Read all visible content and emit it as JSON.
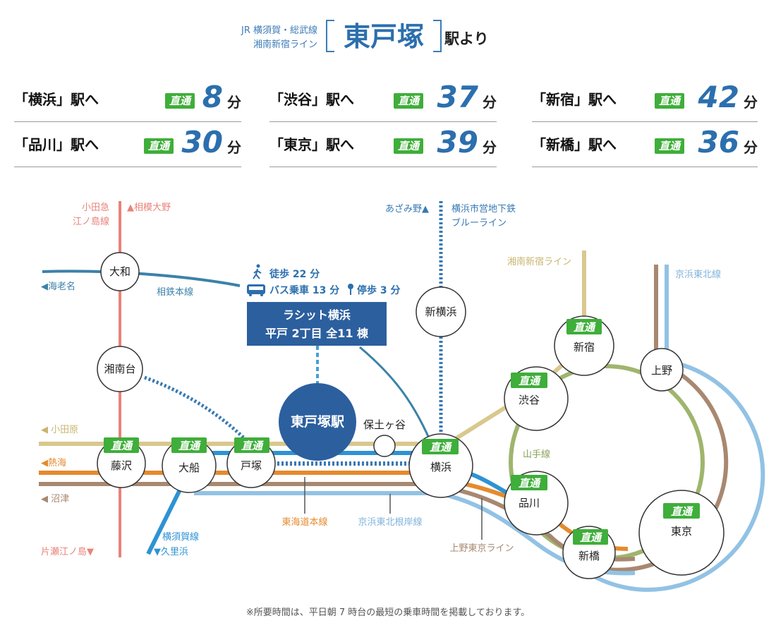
{
  "header": {
    "line1": "JR 横須賀・総武線",
    "line2": "湘南新宿ライン",
    "station": "東戸塚",
    "suffix": "駅より"
  },
  "routes": [
    {
      "dest": "「横浜」駅へ",
      "badge": "直通",
      "minutes": "8",
      "unit": "分"
    },
    {
      "dest": "「品川」駅へ",
      "badge": "直通",
      "minutes": "30",
      "unit": "分"
    },
    {
      "dest": "「渋谷」駅へ",
      "badge": "直通",
      "minutes": "37",
      "unit": "分"
    },
    {
      "dest": "「東京」駅へ",
      "badge": "直通",
      "minutes": "39",
      "unit": "分"
    },
    {
      "dest": "「新宿」駅へ",
      "badge": "直通",
      "minutes": "42",
      "unit": "分"
    },
    {
      "dest": "「新橋」駅へ",
      "badge": "直通",
      "minutes": "36",
      "unit": "分"
    }
  ],
  "map": {
    "badge": "直通",
    "stations": {
      "yamato": "大和",
      "shonandai": "湘南台",
      "fujisawa": "藤沢",
      "ofuna": "大船",
      "totsuka": "戸塚",
      "higashitotsuka": "東戸塚駅",
      "hodogaya": "保土ヶ谷",
      "shinyokohama": "新横浜",
      "yokohama": "横浜",
      "shinagawa": "品川",
      "shibuya": "渋谷",
      "shinjuku": "新宿",
      "ueno": "上野",
      "tokyo": "東京",
      "shimbashi": "新橋"
    },
    "labels": {
      "odakyu": "小田急",
      "enoshima": "江ノ島線",
      "sagamiono": "▲相模大野",
      "ebina": "◀海老名",
      "sotetsu": "相鉄本線",
      "odawara": "◀ 小田原",
      "atami": "◀熱海",
      "numazu": "◀ 沼津",
      "katase": "片瀬江ノ島▼",
      "yokosuka": "横須賀線",
      "kurihama": "▼久里浜",
      "tokaido": "東海道本線",
      "negishi": "京浜東北根岸線",
      "uenotokyo": "上野東京ライン",
      "azamino": "あざみ野▲",
      "subway1": "横浜市営地下鉄",
      "subway2": "ブルーライン",
      "shonanshinjuku": "湘南新宿ライン",
      "keihintohoku": "京浜東北線",
      "yamanote": "山手線"
    },
    "property": {
      "walk": "徒歩 22 分",
      "bus": "バス乗車 13 分",
      "stop": "停歩 3 分",
      "name1": "ラシット横浜",
      "name2": "平戸 2丁目 全11 棟"
    }
  },
  "colors": {
    "accent": "#2c6fae",
    "badge": "#3fae3a",
    "odakyu": "#e8837a",
    "sotetsu": "#3b82a8",
    "yokosuka": "#2e93d3",
    "tokaido": "#e58a2e",
    "uenotokyo": "#a88870",
    "shonanshinjuku": "#d9c88e",
    "keihintohoku": "#92c2e4",
    "yamanote": "#9fb56d",
    "subway": "#3779b4"
  },
  "footnote": "※所要時間は、平日朝 7 時台の最短の乗車時間を掲載しております。"
}
